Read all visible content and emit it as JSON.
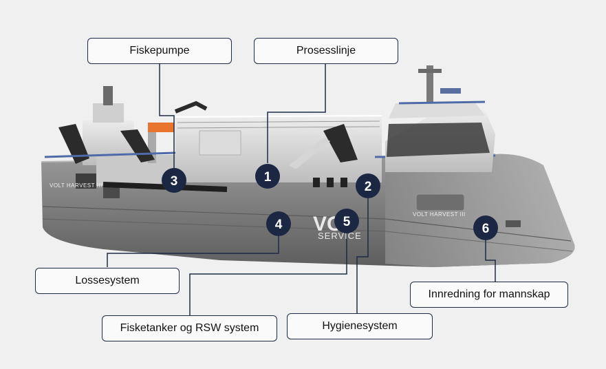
{
  "labels": {
    "fiskepumpe": "Fiskepumpe",
    "prosesslinje": "Prosesslinje",
    "lossesystem": "Lossesystem",
    "innredning": "Innredning for mannskap",
    "fisketanker": "Fisketanker og RSW system",
    "hygienesystem": "Hygienesystem"
  },
  "markers": {
    "m1": "1",
    "m2": "2",
    "m3": "3",
    "m4": "4",
    "m5": "5",
    "m6": "6"
  },
  "ship": {
    "name_bow": "VOLT HARVEST III",
    "name_stern": "VOLT HARVEST III",
    "logo_main": "VOL",
    "logo_sub": "SERVICE"
  },
  "colors": {
    "callout_border": "#1d2a44",
    "marker_fill": "#1b2743",
    "hull": "#7d7d7d",
    "superstructure": "#d9d9d9",
    "railing_accent": "#3f5a9a"
  }
}
